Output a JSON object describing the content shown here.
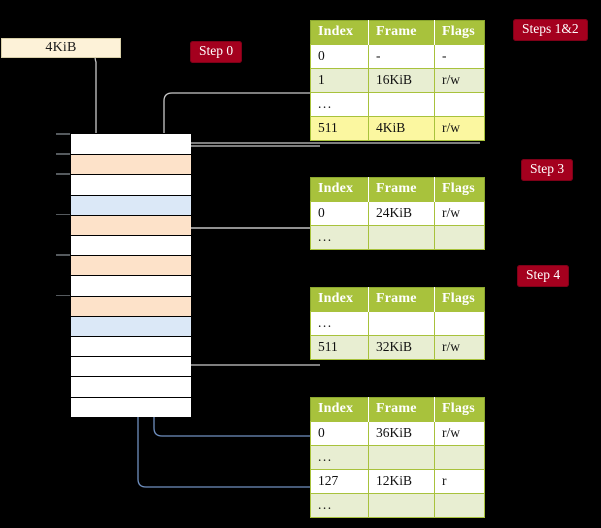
{
  "diagram": {
    "title_hidden": "",
    "frame_box": {
      "label": "4KiB"
    },
    "badges": [
      {
        "id": "step0",
        "label": "Step 0"
      },
      {
        "id": "steps1and2",
        "label": "Steps 1&2"
      },
      {
        "id": "step3",
        "label": "Step 3"
      },
      {
        "id": "step4",
        "label": "Step 4"
      }
    ],
    "memory_column": {
      "name": "physical-memory-column",
      "rows": [
        {
          "kind": "empty",
          "tick": true
        },
        {
          "kind": "pt",
          "tick": true
        },
        {
          "kind": "empty",
          "tick": true
        },
        {
          "kind": "data",
          "tick": false
        },
        {
          "kind": "pt",
          "tick": true
        },
        {
          "kind": "empty",
          "tick": false
        },
        {
          "kind": "pt",
          "tick": true
        },
        {
          "kind": "empty",
          "tick": false
        },
        {
          "kind": "pt",
          "tick": true
        },
        {
          "kind": "data",
          "tick": false
        },
        {
          "kind": "empty",
          "tick": false
        },
        {
          "kind": "empty",
          "tick": false
        },
        {
          "kind": "empty",
          "tick": false
        },
        {
          "kind": "empty",
          "tick": false
        }
      ]
    },
    "tables": [
      {
        "id": "table-level4",
        "headers": [
          "Index",
          "Frame",
          "Flags"
        ],
        "rows": [
          {
            "cells": [
              "0",
              "-",
              "-"
            ],
            "style": "plain",
            "highlight": false
          },
          {
            "cells": [
              "1",
              "16KiB",
              "r/w"
            ],
            "style": "alt",
            "highlight": false
          },
          {
            "cells": [
              "...",
              "",
              ""
            ],
            "style": "plain",
            "highlight": false
          },
          {
            "cells": [
              "511",
              "4KiB",
              "r/w"
            ],
            "style": "alt",
            "highlight": true
          }
        ]
      },
      {
        "id": "table-level3",
        "headers": [
          "Index",
          "Frame",
          "Flags"
        ],
        "rows": [
          {
            "cells": [
              "0",
              "24KiB",
              "r/w"
            ],
            "style": "plain",
            "highlight": false
          },
          {
            "cells": [
              "...",
              "",
              ""
            ],
            "style": "alt",
            "highlight": false
          }
        ]
      },
      {
        "id": "table-level2",
        "headers": [
          "Index",
          "Frame",
          "Flags"
        ],
        "rows": [
          {
            "cells": [
              "...",
              "",
              ""
            ],
            "style": "plain",
            "highlight": false
          },
          {
            "cells": [
              "511",
              "32KiB",
              "r/w"
            ],
            "style": "alt",
            "highlight": false
          }
        ]
      },
      {
        "id": "table-level1",
        "headers": [
          "Index",
          "Frame",
          "Flags"
        ],
        "rows": [
          {
            "cells": [
              "0",
              "36KiB",
              "r/w"
            ],
            "style": "plain",
            "highlight": false
          },
          {
            "cells": [
              "...",
              "",
              ""
            ],
            "style": "alt",
            "highlight": false
          },
          {
            "cells": [
              "127",
              "12KiB",
              "r"
            ],
            "style": "plain",
            "highlight": false
          },
          {
            "cells": [
              "...",
              "",
              ""
            ],
            "style": "alt",
            "highlight": false
          }
        ]
      }
    ],
    "colors": {
      "background": "#000000",
      "badge_bg": "#a4001e",
      "badge_text": "#ffffff",
      "table_header_bg": "#a8c23c",
      "table_alt_row_bg": "#e8eed2",
      "highlight": "#fbf7a0",
      "page_table_row": "#fde2c9",
      "data_row": "#dbe8f7",
      "frame_box_bg": "#fdf2d8",
      "gray_arrow": "#c9c9c9",
      "blue_arrow": "#6f8fbf"
    }
  }
}
